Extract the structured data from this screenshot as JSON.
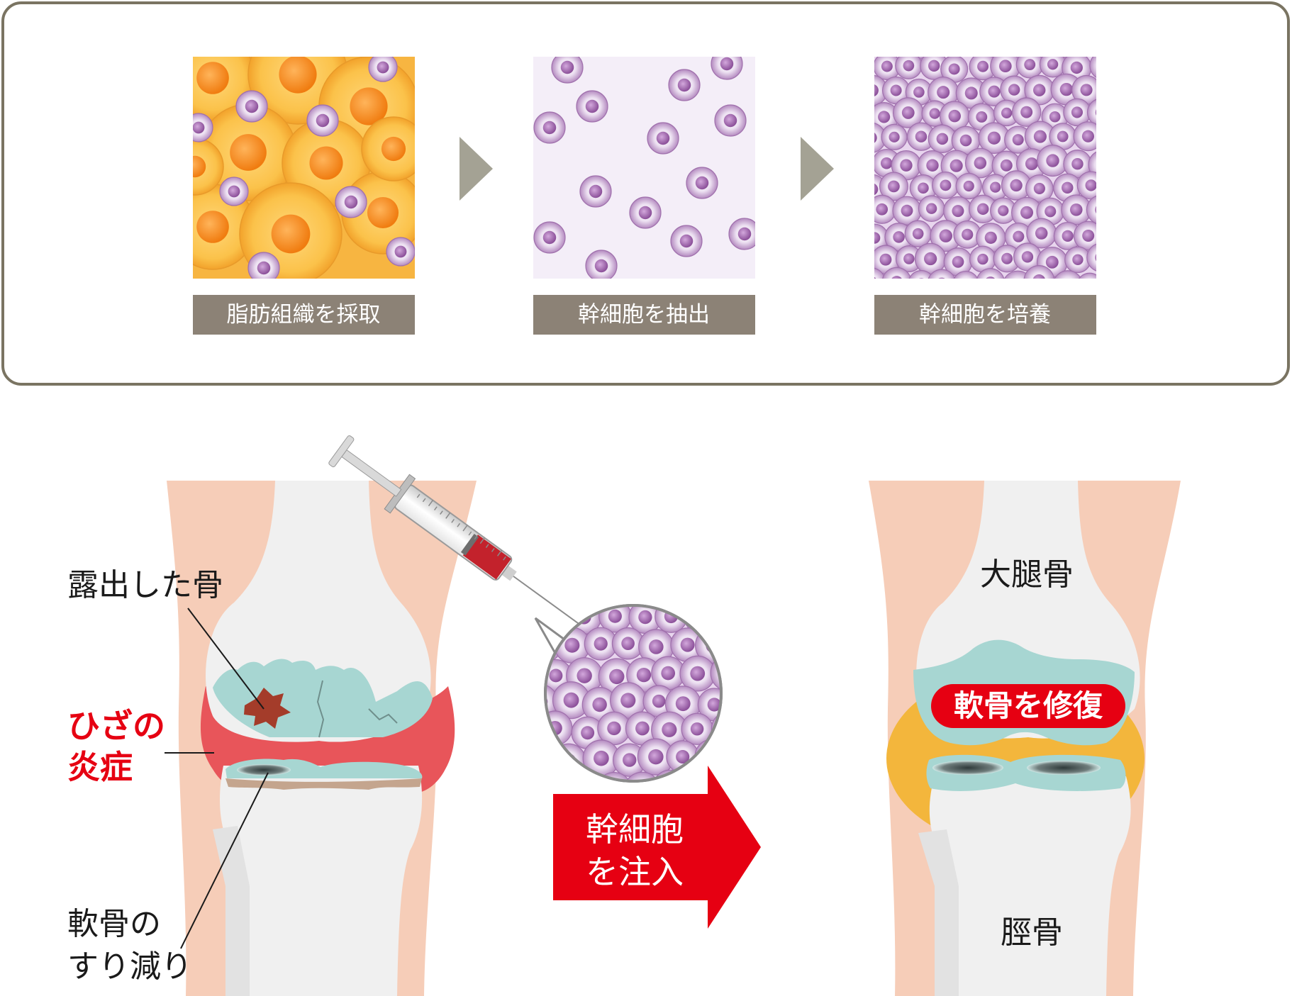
{
  "steps": [
    {
      "label": "脂肪組織を採取"
    },
    {
      "label": "幹細胞を抽出"
    },
    {
      "label": "幹細胞を培養"
    }
  ],
  "left_knee": {
    "exposed_bone_label": "露出した骨",
    "inflammation_label_1": "ひざの",
    "inflammation_label_2": "炎症",
    "cartilage_wear_label_1": "軟骨の",
    "cartilage_wear_label_2": "すり減り"
  },
  "injection": {
    "label_1": "幹細胞",
    "label_2": "を注入"
  },
  "right_knee": {
    "femur_label": "大腿骨",
    "repair_label": "軟骨を修復",
    "tibia_label": "脛骨"
  },
  "colors": {
    "frame_border": "#7a7462",
    "step_label_bg": "#8c8276",
    "step_arrow": "#a4a294",
    "skin": "#f6cdb8",
    "bone": "#f0f0f0",
    "cartilage": "#a7d6d2",
    "inflammation": "#e8555a",
    "healthy_synovium": "#f3b63c",
    "accent_red": "#e60012",
    "cell_purple": "#9b62a8",
    "fat_orange": "#f7a21a"
  }
}
